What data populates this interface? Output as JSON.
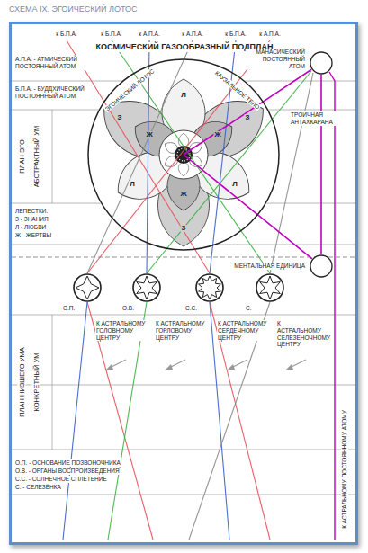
{
  "diagram": {
    "title": "СХЕМА IX. ЭГОИЧЕСКИЙ ЛОТОС",
    "nodes": [
      {
        "text": [
          "МАНАСИЧЕСКИЙ ПОСТОЯННЫЙ АТОМ"
        ]
      },
      {
        "text": [
          "ЭГОИЧЕСКИЙ ЛОТОС",
          "КАУЗАЛЬНОЕ ТЕЛО"
        ]
      },
      {
        "text": [
          "Л"
        ],
        "in": 1
      },
      {
        "text": [
          "З"
        ],
        "in": 1
      },
      {
        "text": [
          "З"
        ],
        "in": 1
      },
      {
        "text": [
          "Ж"
        ],
        "in": 1
      },
      {
        "text": [
          "Ж"
        ],
        "in": 1
      },
      {
        "text": [
          "Л"
        ],
        "in": 1
      },
      {
        "text": [
          "Л"
        ],
        "in": 1
      },
      {
        "text": [
          "Ж"
        ],
        "in": 1
      },
      {
        "text": [
          "З"
        ],
        "in": 1
      },
      {
        "text": [
          "МЕНТАЛЬНАЯ ЕДИНИЦА"
        ]
      },
      {
        "text": [
          "О.П."
        ]
      },
      {
        "text": [
          "О.В."
        ]
      },
      {
        "text": [
          "С.С."
        ]
      },
      {
        "text": [
          "С."
        ]
      }
    ],
    "edges": [
      {
        "from": 1,
        "to": 0,
        "arrow": "none"
      },
      {
        "from": 1,
        "to": 11,
        "arrow": "none"
      },
      {
        "from": 0,
        "to": 11,
        "arrow": "none"
      }
    ],
    "labels": [
      "КОСМИЧЕСКИЙ ГАЗООБРАЗНЫЙ ПОДПЛАН",
      "к Б.П.А.",
      "к Б.П.А.",
      "к А.П.А.",
      "к А.П.А.",
      "к Б.П.А.",
      "к А.П.А.",
      "А.П.А. - АТМИЧЕСКИЙ ПОСТОЯННЫЙ АТОМ",
      "Б.П.А. - БУДДХИЧЕСКИЙ ПОСТОЯННЫЙ АТОМ",
      "ПЛАН ЭГО",
      "АБСТРАКТНЫЙ УМ",
      "ЛЕПЕСТКИ:",
      "З - ЗНАНИЯ",
      "Л - ЛЮБВИ",
      "Ж - ЖЕРТВЫ",
      "ТРОИЧНАЯ АНТАХКАРАНА",
      "К АСТРАЛЬНОМУ ГОЛОВНОМУ ЦЕНТРУ",
      "К АСТРАЛЬНОМУ ГОРЛОВОМУ ЦЕНТРУ",
      "К АСТРАЛЬНОМУ СЕРДЕЧНОМУ ЦЕНТРУ",
      "К АСТРАЛЬНОМУ СЕЛЕЗЕНОЧНОМУ ЦЕНТРУ",
      "К АСТРАЛЬНОМУ ПОСТОЯННОМУ АТОМУ",
      "ПЛАН НИЗШЕГО УМА",
      "КОНКРЕТНЫЙ УМ",
      "О.П. - ОСНОВАНИЕ ПОЗВОНОЧНИКА",
      "О.В. - ОРГАНЫ ВОСПРОИЗВЕДЕНИЯ",
      "С.С. - СОЛНЕЧНОЕ СПЛЕТЕНИЕ",
      "С. - СЕЛЕЗЁНКА"
    ]
  }
}
